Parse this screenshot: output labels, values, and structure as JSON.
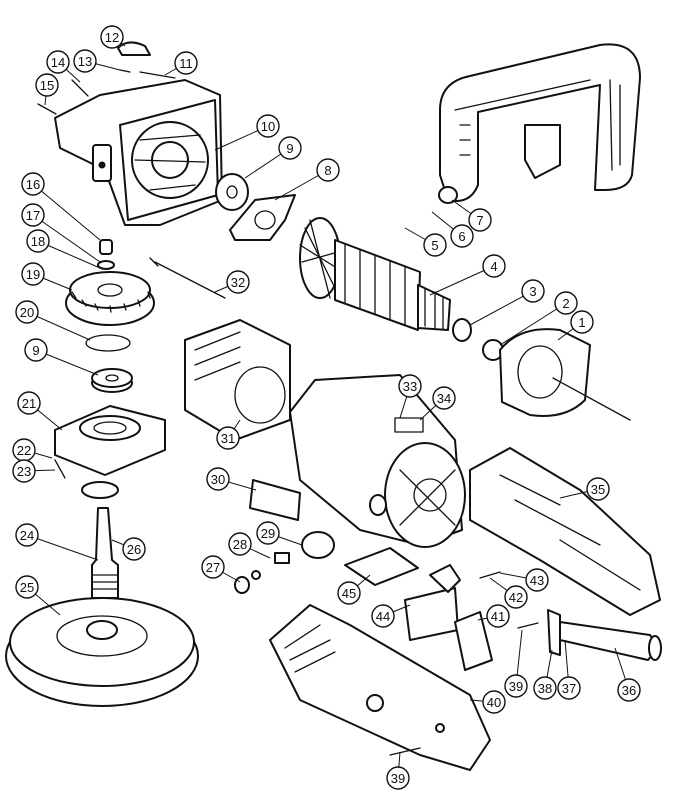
{
  "callouts": [
    "1",
    "2",
    "3",
    "4",
    "5",
    "6",
    "7",
    "8",
    "9",
    "9",
    "10",
    "11",
    "12",
    "13",
    "14",
    "15",
    "16",
    "17",
    "18",
    "19",
    "20",
    "21",
    "22",
    "23",
    "24",
    "25",
    "26",
    "27",
    "28",
    "29",
    "30",
    "31",
    "32",
    "33",
    "34",
    "35",
    "36",
    "37",
    "38",
    "39",
    "39",
    "40",
    "41",
    "42",
    "43",
    "44",
    "45"
  ]
}
